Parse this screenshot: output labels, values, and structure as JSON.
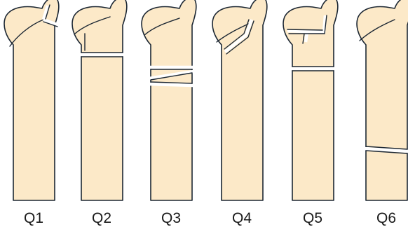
{
  "colors": {
    "bone_fill": "#fce9c8",
    "outline": "#1c2733",
    "background": "#ffffff"
  },
  "diagrams": [
    {
      "label": "Q1"
    },
    {
      "label": "Q2"
    },
    {
      "label": "Q3"
    },
    {
      "label": "Q4"
    },
    {
      "label": "Q5"
    },
    {
      "label": "Q6"
    }
  ]
}
